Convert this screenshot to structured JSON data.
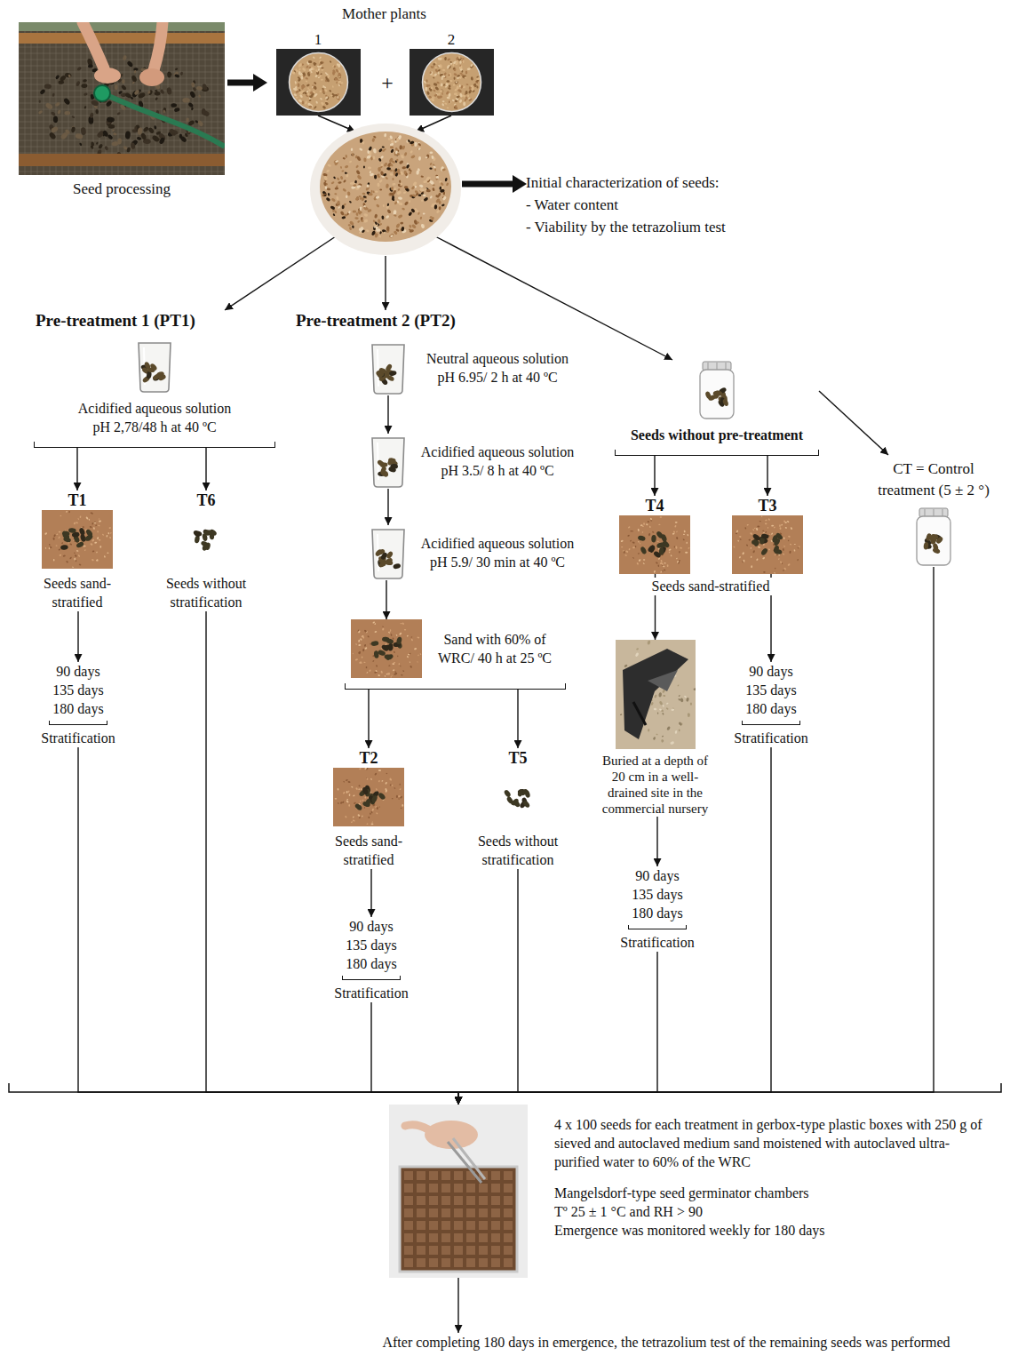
{
  "diagram": {
    "nodes": [
      {
        "text": [
          "Seed processing"
        ]
      },
      {
        "text": [
          "Mother plants"
        ]
      },
      {
        "text": [
          "1"
        ],
        "in": 1
      },
      {
        "text": [
          "2"
        ],
        "in": 1
      },
      {
        "text": []
      },
      {
        "text": [
          "Initial characterization of seeds:",
          "- Water content",
          "- Viability by the tetrazolium test"
        ]
      },
      {
        "text": [
          "Pre-treatment 1 (PT1)",
          "Acidified aqueous solution pH 2,78/48 h at 40 ºC"
        ]
      },
      {
        "text": [
          "Pre-treatment 2 (PT2)",
          "Neutral aqueous solution pH 6.95/ 2 h at 40 ºC"
        ]
      },
      {
        "text": [
          "Acidified aqueous solution pH 3.5/ 8 h at 40 ºC"
        ]
      },
      {
        "text": [
          "Acidified aqueous solution pH 5.9/ 30 min at 40 ºC"
        ]
      },
      {
        "text": [
          "Sand with 60% of WRC/ 40 h at 25 ºC"
        ]
      },
      {
        "text": [
          "Seeds without pre-treatment"
        ]
      },
      {
        "text": [
          "CT = Control treatment (5 ± 2 °)"
        ]
      },
      {
        "text": [
          "T1",
          "Seeds sand-stratified"
        ]
      },
      {
        "text": [
          "T6",
          "Seeds without stratification"
        ]
      },
      {
        "text": [
          "90 days 135 days 180 days",
          "Stratification"
        ]
      },
      {
        "text": [
          "T2",
          "Seeds sand-stratified"
        ]
      },
      {
        "text": [
          "T5",
          "Seeds without stratification"
        ]
      },
      {
        "text": [
          "90 days 135 days 180 days",
          "Stratification"
        ]
      },
      {
        "text": [
          "T4"
        ]
      },
      {
        "text": [
          "T3"
        ]
      },
      {
        "text": [
          "Buried at a depth of 20 cm in a well-drained site in the commercial nursery"
        ]
      },
      {
        "text": [
          "90 days 135 days 180 days",
          "Stratification"
        ]
      },
      {
        "text": [
          "90 days 135 days 180 days",
          "Stratification"
        ]
      },
      {
        "text": [
          "4 x 100 seeds for each treatment in gerbox-type plastic boxes with 250 g of sieved and autoclaved medium sand moistened with autoclaved ultra-purified water to 60% of the WRC",
          "Mangelsdorf-type seed germinator chambers",
          "Tº 25 ± 1 °C and RH > 90",
          "Emergence was monitored weekly for 180 days"
        ]
      },
      {
        "text": [
          "After completing 180 days in emergence, the tetrazolium test of the remaining seeds was performed"
        ]
      }
    ],
    "edges": [
      {
        "from": 0,
        "to": 1,
        "arrow": "to"
      },
      {
        "from": 2,
        "to": 4,
        "arrow": "to"
      },
      {
        "from": 3,
        "to": 4,
        "arrow": "to"
      },
      {
        "from": 4,
        "to": 5,
        "arrow": "to"
      },
      {
        "from": 4,
        "to": 6,
        "arrow": "to"
      },
      {
        "from": 4,
        "to": 7,
        "arrow": "to"
      },
      {
        "from": 4,
        "to": 11,
        "arrow": "to"
      },
      {
        "from": 11,
        "to": 12,
        "arrow": "to"
      },
      {
        "from": 6,
        "to": 13,
        "arrow": "to"
      },
      {
        "from": 6,
        "to": 14,
        "arrow": "to"
      },
      {
        "from": 13,
        "to": 15,
        "arrow": "to"
      },
      {
        "from": 15,
        "to": 24,
        "arrow": "to"
      },
      {
        "from": 14,
        "to": 24,
        "arrow": "to"
      },
      {
        "from": 7,
        "to": 8,
        "arrow": "to"
      },
      {
        "from": 8,
        "to": 9,
        "arrow": "to"
      },
      {
        "from": 9,
        "to": 10,
        "arrow": "to"
      },
      {
        "from": 10,
        "to": 16,
        "arrow": "to"
      },
      {
        "from": 10,
        "to": 17,
        "arrow": "to"
      },
      {
        "from": 16,
        "to": 18,
        "arrow": "to"
      },
      {
        "from": 18,
        "to": 24,
        "arrow": "to"
      },
      {
        "from": 17,
        "to": 24,
        "arrow": "to"
      },
      {
        "from": 11,
        "to": 19,
        "arrow": "to"
      },
      {
        "from": 11,
        "to": 20,
        "arrow": "to"
      },
      {
        "from": 19,
        "to": 21,
        "arrow": "to"
      },
      {
        "from": 21,
        "to": 22,
        "arrow": "to"
      },
      {
        "from": 22,
        "to": 24,
        "arrow": "to"
      },
      {
        "from": 20,
        "to": 23,
        "arrow": "to"
      },
      {
        "from": 23,
        "to": 24,
        "arrow": "to"
      },
      {
        "from": 12,
        "to": 24,
        "arrow": "to"
      },
      {
        "from": 24,
        "to": 25,
        "arrow": "to"
      }
    ],
    "labels": [
      "+",
      "Seeds sand-stratified"
    ]
  }
}
